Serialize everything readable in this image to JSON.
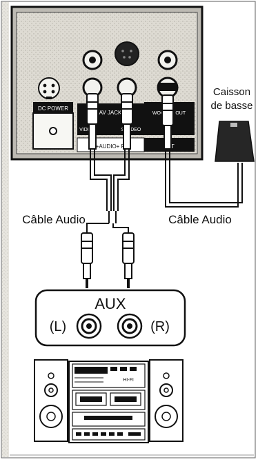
{
  "panel": {
    "dc_power_label": "DC POWER",
    "av_jack_label": "AV JACK",
    "woofer_out_label": "WOOFER OUT",
    "audio_lr_label": "+AUDIO+ R",
    "subwoofer_sub_label": "SET",
    "jack_row_labels": [
      "VIDEO",
      "S-VIDEO"
    ]
  },
  "labels": {
    "subwoofer": [
      "Caisson",
      "de basse"
    ],
    "cable_left": "Câble Audio",
    "cable_right": "Câble Audio"
  },
  "aux": {
    "title": "AUX",
    "left": "(L)",
    "right": "(R)"
  },
  "stereo": {
    "display_text": "HI-FI"
  },
  "colors": {
    "ink": "#111111",
    "panel_fill": "#dedbd3",
    "subwoofer_fill": "#262626"
  }
}
